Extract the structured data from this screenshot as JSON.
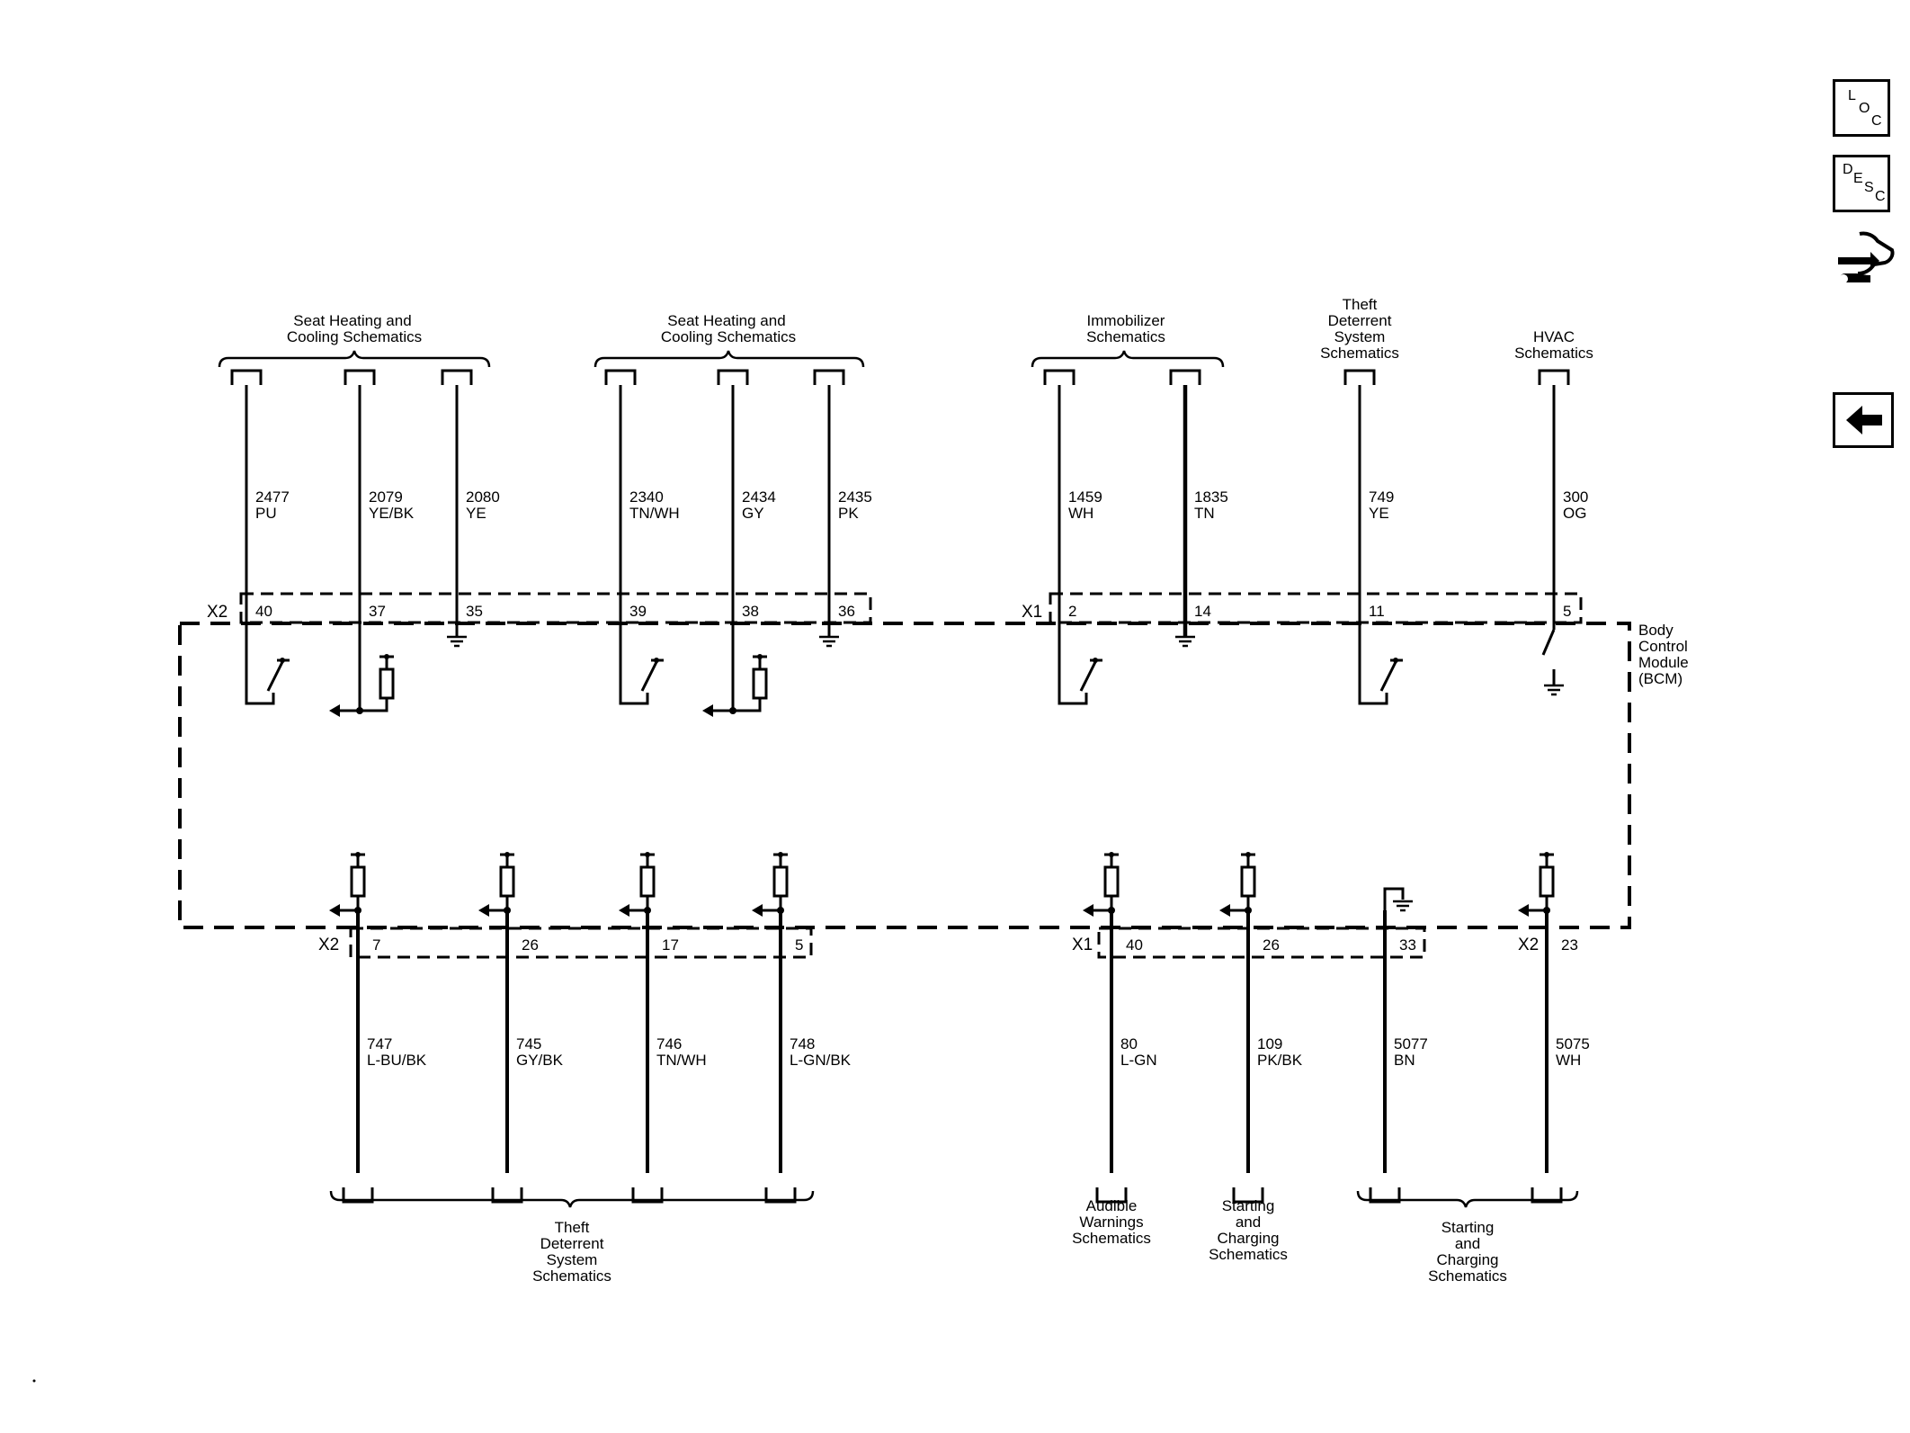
{
  "nav": {
    "loc": [
      "L",
      "O",
      "C"
    ],
    "desc": [
      "D",
      "E",
      "S",
      "C"
    ]
  },
  "module": [
    "Body",
    "Control",
    "Module",
    "(BCM)"
  ],
  "connectors": {
    "top_x2": "X2",
    "top_x1": "X1",
    "bottom_x2_left": "X2",
    "bottom_x1": "X1",
    "bottom_x2_right": "X2"
  },
  "top_groups": {
    "seat1": [
      "Seat Heating and",
      "Cooling Schematics"
    ],
    "seat2": [
      "Seat Heating and",
      "Cooling Schematics"
    ],
    "immobilizer": [
      "Immobilizer",
      "Schematics"
    ],
    "theft": [
      "Theft",
      "Deterrent",
      "System",
      "Schematics"
    ],
    "hvac": [
      "HVAC",
      "Schematics"
    ]
  },
  "bottom_groups": {
    "theft": [
      "Theft",
      "Deterrent",
      "System",
      "Schematics"
    ],
    "audible": [
      "Audible",
      "Warnings",
      "Schematics"
    ],
    "starting1": [
      "Starting",
      "and",
      "Charging",
      "Schematics"
    ],
    "starting2": [
      "Starting",
      "and",
      "Charging",
      "Schematics"
    ]
  },
  "top_wires": [
    {
      "circuit": "2477",
      "color": "PU",
      "pin": "40"
    },
    {
      "circuit": "2079",
      "color": "YE/BK",
      "pin": "37"
    },
    {
      "circuit": "2080",
      "color": "YE",
      "pin": "35"
    },
    {
      "circuit": "2340",
      "color": "TN/WH",
      "pin": "39"
    },
    {
      "circuit": "2434",
      "color": "GY",
      "pin": "38"
    },
    {
      "circuit": "2435",
      "color": "PK",
      "pin": "36"
    },
    {
      "circuit": "1459",
      "color": "WH",
      "pin": "2"
    },
    {
      "circuit": "1835",
      "color": "TN",
      "pin": "14"
    },
    {
      "circuit": "749",
      "color": "YE",
      "pin": "11"
    },
    {
      "circuit": "300",
      "color": "OG",
      "pin": "5"
    }
  ],
  "bottom_wires": [
    {
      "circuit": "747",
      "color": "L-BU/BK",
      "pin": "7"
    },
    {
      "circuit": "745",
      "color": "GY/BK",
      "pin": "26"
    },
    {
      "circuit": "746",
      "color": "TN/WH",
      "pin": "17"
    },
    {
      "circuit": "748",
      "color": "L-GN/BK",
      "pin": "5"
    },
    {
      "circuit": "80",
      "color": "L-GN",
      "pin": "40"
    },
    {
      "circuit": "109",
      "color": "PK/BK",
      "pin": "26"
    },
    {
      "circuit": "5077",
      "color": "BN",
      "pin": "33"
    },
    {
      "circuit": "5075",
      "color": "WH",
      "pin": "23"
    }
  ]
}
